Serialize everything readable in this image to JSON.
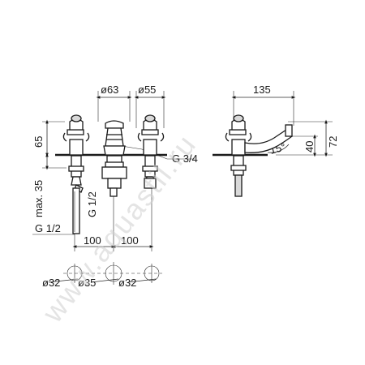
{
  "dimensions": {
    "front": {
      "d63": "ø63",
      "d55": "ø55",
      "h65": "65",
      "max35": "max. 35",
      "g12_vertical": "G 1/2",
      "g34": "G 3/4",
      "g12": "G 1/2",
      "spacing_left": "100",
      "spacing_right": "100"
    },
    "side": {
      "reach": "135",
      "h40": "40",
      "h72": "72",
      "angle": "15°"
    },
    "holes": {
      "d32_left": "ø32",
      "d35_mid": "ø35",
      "d32_right": "ø32"
    }
  },
  "watermark": "www.aquastil.ru"
}
